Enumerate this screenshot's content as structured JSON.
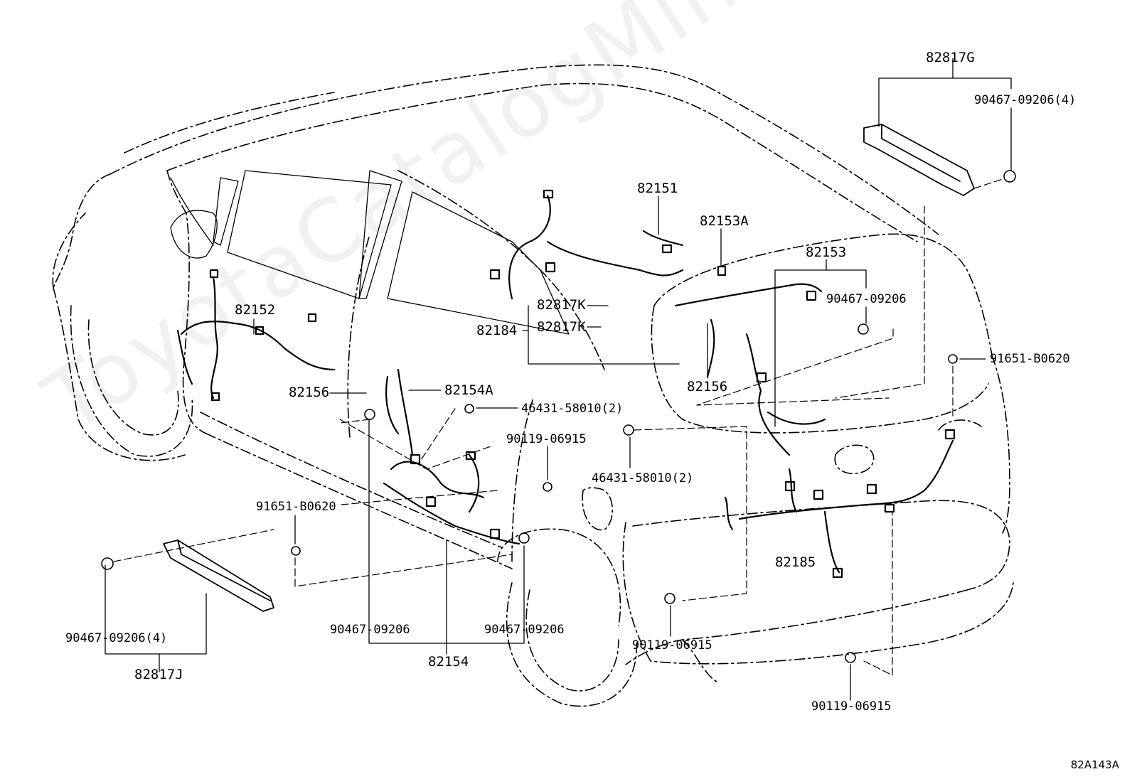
{
  "diagram": {
    "watermark": "ToyotaCatalogMine.ru",
    "code": "82A143A",
    "labels": {
      "l_82817G": "82817G",
      "l_90467_09206_4_top": "90467-09206(4)",
      "l_82151": "82151",
      "l_82153A": "82153A",
      "l_82153": "82153",
      "l_90467_09206_right": "90467-09206",
      "l_91651_B0620_right": "91651-B0620",
      "l_82152": "82152",
      "l_82817K_a": "82817K",
      "l_82817K_b": "82817K",
      "l_82184": "82184",
      "l_82156_right": "82156",
      "l_82156_left": "82156",
      "l_82154A": "82154A",
      "l_46431_58010_2_a": "46431-58010(2)",
      "l_90119_06915_mid": "90119-06915",
      "l_46431_58010_2_b": "46431-58010(2)",
      "l_91651_B0620_left": "91651-B0620",
      "l_82185": "82185",
      "l_90467_09206_4_left": "90467-09206(4)",
      "l_82817J": "82817J",
      "l_90467_09206_bot_a": "90467-09206",
      "l_90467_09206_bot_b": "90467-09206",
      "l_82154": "82154",
      "l_90119_06915_bot_a": "90119-06915",
      "l_90119_06915_bot_b": "90119-06915"
    }
  }
}
